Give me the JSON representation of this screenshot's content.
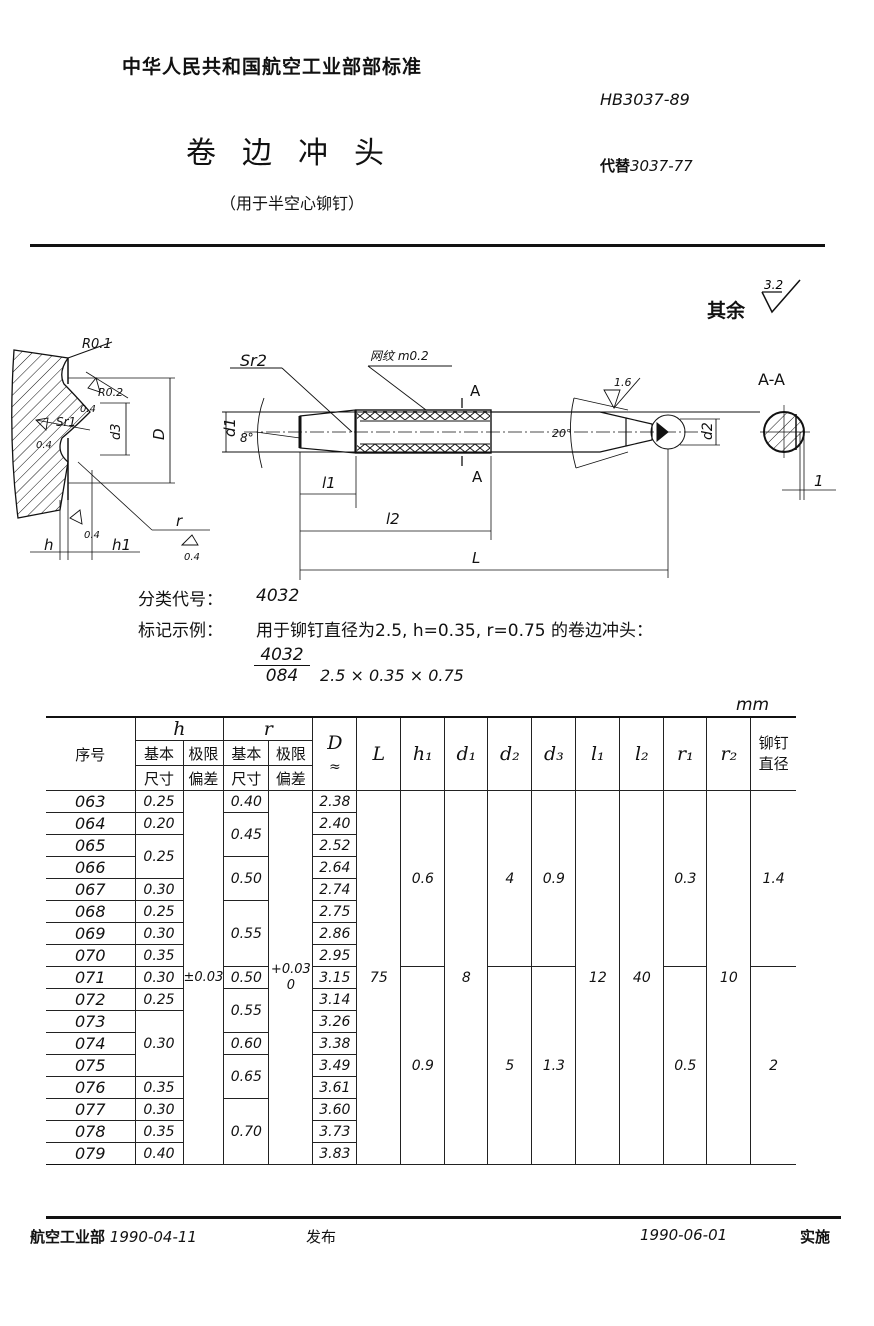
{
  "header": {
    "organization": "中华人民共和国航空工业部部标准",
    "standard_number": "HB3037-89",
    "title": "卷边冲头",
    "subtitle": "（用于半空心铆钉）",
    "replaces_label": "代替",
    "replaces_number": "3037-77"
  },
  "drawing": {
    "roughness_rest_label": "其余",
    "roughness_rest_value": "3.2",
    "labels": {
      "r01": "R0.1",
      "r02": "R0.2",
      "r04a": "0.4",
      "sr1": "Sr1",
      "r04b": "0.4",
      "r04c": "0.4",
      "r04d": "0.4",
      "d3": "d3",
      "D": "D",
      "h": "h",
      "h1": "h1",
      "r": "r",
      "d1": "d1",
      "angle8": "8°",
      "sr2": "Sr2",
      "knurl": "网纹 m0.2",
      "A_top": "A",
      "A_bottom": "A",
      "l1": "l1",
      "l2": "l2",
      "L": "L",
      "angle20": "20°",
      "rough16": "1.6",
      "d2": "d2",
      "section": "A-A",
      "flat": "1"
    }
  },
  "classification": {
    "label": "分类代号：",
    "value": "4032"
  },
  "marking_example": {
    "label": "标记示例：",
    "text": "用于铆钉直径为2.5, h=0.35, r=0.75 的卷边冲头：",
    "code_numerator": "4032",
    "code_denominator": "084",
    "code_dims": "2.5 × 0.35 × 0.75"
  },
  "table": {
    "unit": "mm",
    "headers": {
      "serial": "序号",
      "h": "h",
      "r": "r",
      "basic_size_1": "基本",
      "basic_size_2": "尺寸",
      "limit_dev_1": "极限",
      "limit_dev_2": "偏差",
      "D": "D",
      "D_approx": "≈",
      "L": "L",
      "h1": "h₁",
      "d1": "d₁",
      "d2": "d₂",
      "d3": "d₃",
      "l1": "l₁",
      "l2": "l₂",
      "r1": "r₁",
      "r2": "r₂",
      "rivet_dia_1": "铆钉",
      "rivet_dia_2": "直径"
    },
    "h_tolerance": "±0.03",
    "r_tolerance_upper": "+0.03",
    "r_tolerance_lower": "0",
    "L": "75",
    "d1": "8",
    "l1": "12",
    "l2": "40",
    "r2": "10",
    "group_a": {
      "h1": "0.6",
      "d2": "4",
      "d3": "0.9",
      "r1": "0.3",
      "rivet_dia": "1.4"
    },
    "group_b": {
      "h1": "0.9",
      "d2": "5",
      "d3": "1.3",
      "r1": "0.5",
      "rivet_dia": "2"
    },
    "rows": [
      {
        "no": "063",
        "h": "0.25",
        "r": "0.40",
        "D": "2.38"
      },
      {
        "no": "064",
        "h": "0.20",
        "r": "0.45",
        "D": "2.40"
      },
      {
        "no": "065",
        "h": "0.25",
        "r": "0.45",
        "D": "2.52"
      },
      {
        "no": "066",
        "h": "0.25",
        "r": "0.50",
        "D": "2.64"
      },
      {
        "no": "067",
        "h": "0.30",
        "r": "0.50",
        "D": "2.74"
      },
      {
        "no": "068",
        "h": "0.25",
        "r": "0.55",
        "D": "2.75"
      },
      {
        "no": "069",
        "h": "0.30",
        "r": "0.55",
        "D": "2.86"
      },
      {
        "no": "070",
        "h": "0.35",
        "r": "0.55",
        "D": "2.95"
      },
      {
        "no": "071",
        "h": "0.30",
        "r": "0.50",
        "D": "3.15"
      },
      {
        "no": "072",
        "h": "0.25",
        "r": "0.55",
        "D": "3.14"
      },
      {
        "no": "073",
        "h": "0.30",
        "r": "0.55",
        "D": "3.26"
      },
      {
        "no": "074",
        "h": "0.30",
        "r": "0.60",
        "D": "3.38"
      },
      {
        "no": "075",
        "h": "0.30",
        "r": "0.65",
        "D": "3.49"
      },
      {
        "no": "076",
        "h": "0.35",
        "r": "0.65",
        "D": "3.61"
      },
      {
        "no": "077",
        "h": "0.30",
        "r": "0.70",
        "D": "3.60"
      },
      {
        "no": "078",
        "h": "0.35",
        "r": "0.70",
        "D": "3.73"
      },
      {
        "no": "079",
        "h": "0.40",
        "r": "0.70",
        "D": "3.83"
      }
    ]
  },
  "footer": {
    "issuer": "航空工业部",
    "issue_date": "1990-04-11",
    "issue_label": "发布",
    "effective_date": "1990-06-01",
    "effective_label": "实施"
  }
}
